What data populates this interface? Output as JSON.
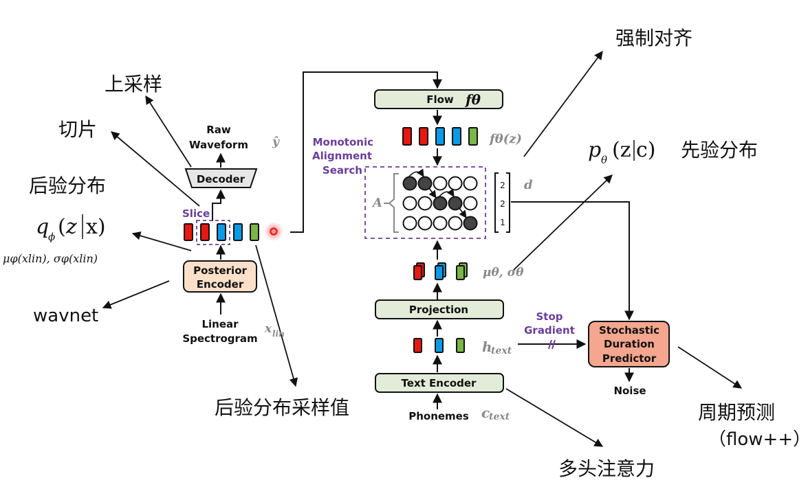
{
  "annotations": {
    "upsample": "上采样",
    "slice_cn": "切片",
    "posterior_cn": "后验分布",
    "posterior_formula": "q_φ(z|x)",
    "posterior_params": "μφ(xlin), σφ(xlin)",
    "wavnet": "wavnet",
    "posterior_sample": "后验分布采样值",
    "forced_alignment": "强制对齐",
    "prior_formula": "p_θ(z|c)",
    "prior_cn": "先验分布",
    "duration_predict": "周期预测",
    "duration_predict_sub": "（flow++）",
    "multihead_attention": "多头注意力"
  },
  "blocks": {
    "decoder": "Decoder",
    "posterior_encoder_line1": "Posterior",
    "posterior_encoder_line2": "Encoder",
    "flow": "Flow",
    "projection": "Projection",
    "text_encoder": "Text Encoder",
    "sdp_line1": "Stochastic",
    "sdp_line2": "Duration",
    "sdp_line3": "Predictor"
  },
  "labels": {
    "raw_line1": "Raw",
    "raw_line2": "Waveform",
    "linear_line1": "Linear",
    "linear_line2": "Spectrogram",
    "phonemes": "Phonemes",
    "noise": "Noise",
    "slice": "Slice",
    "mas_line1": "Monotonic",
    "mas_line2": "Alignment",
    "mas_line3": "Search",
    "stop_line1": "Stop",
    "stop_line2": "Gradient"
  },
  "math": {
    "y_hat": "ŷ",
    "x_lin": "x",
    "x_lin_sub": "lin",
    "f_theta": "fθ",
    "f_theta_z": "fθ(z)",
    "mu_sigma": "μθ, σθ",
    "h_text": "h",
    "h_text_sub": "text",
    "c_text": "c",
    "c_text_sub": "text",
    "A": "A",
    "d": "d"
  },
  "durations": [
    "2",
    "2",
    "1"
  ],
  "alignment_matrix": [
    [
      1,
      1,
      0,
      0,
      0
    ],
    [
      0,
      0,
      1,
      1,
      0
    ],
    [
      0,
      0,
      0,
      0,
      1
    ]
  ],
  "latent_colors": [
    "red",
    "red",
    "blue",
    "blue",
    "green"
  ],
  "colors": {
    "red": "#e8170f",
    "blue": "#0a9be8",
    "green": "#7ab648",
    "purple": "#6a3d9a",
    "block_green": "#e3ecd9",
    "block_peach": "#fbe0c9",
    "block_salmon": "#f4a68e",
    "block_gray": "#e6e6e6",
    "cursor": "#f02020"
  }
}
